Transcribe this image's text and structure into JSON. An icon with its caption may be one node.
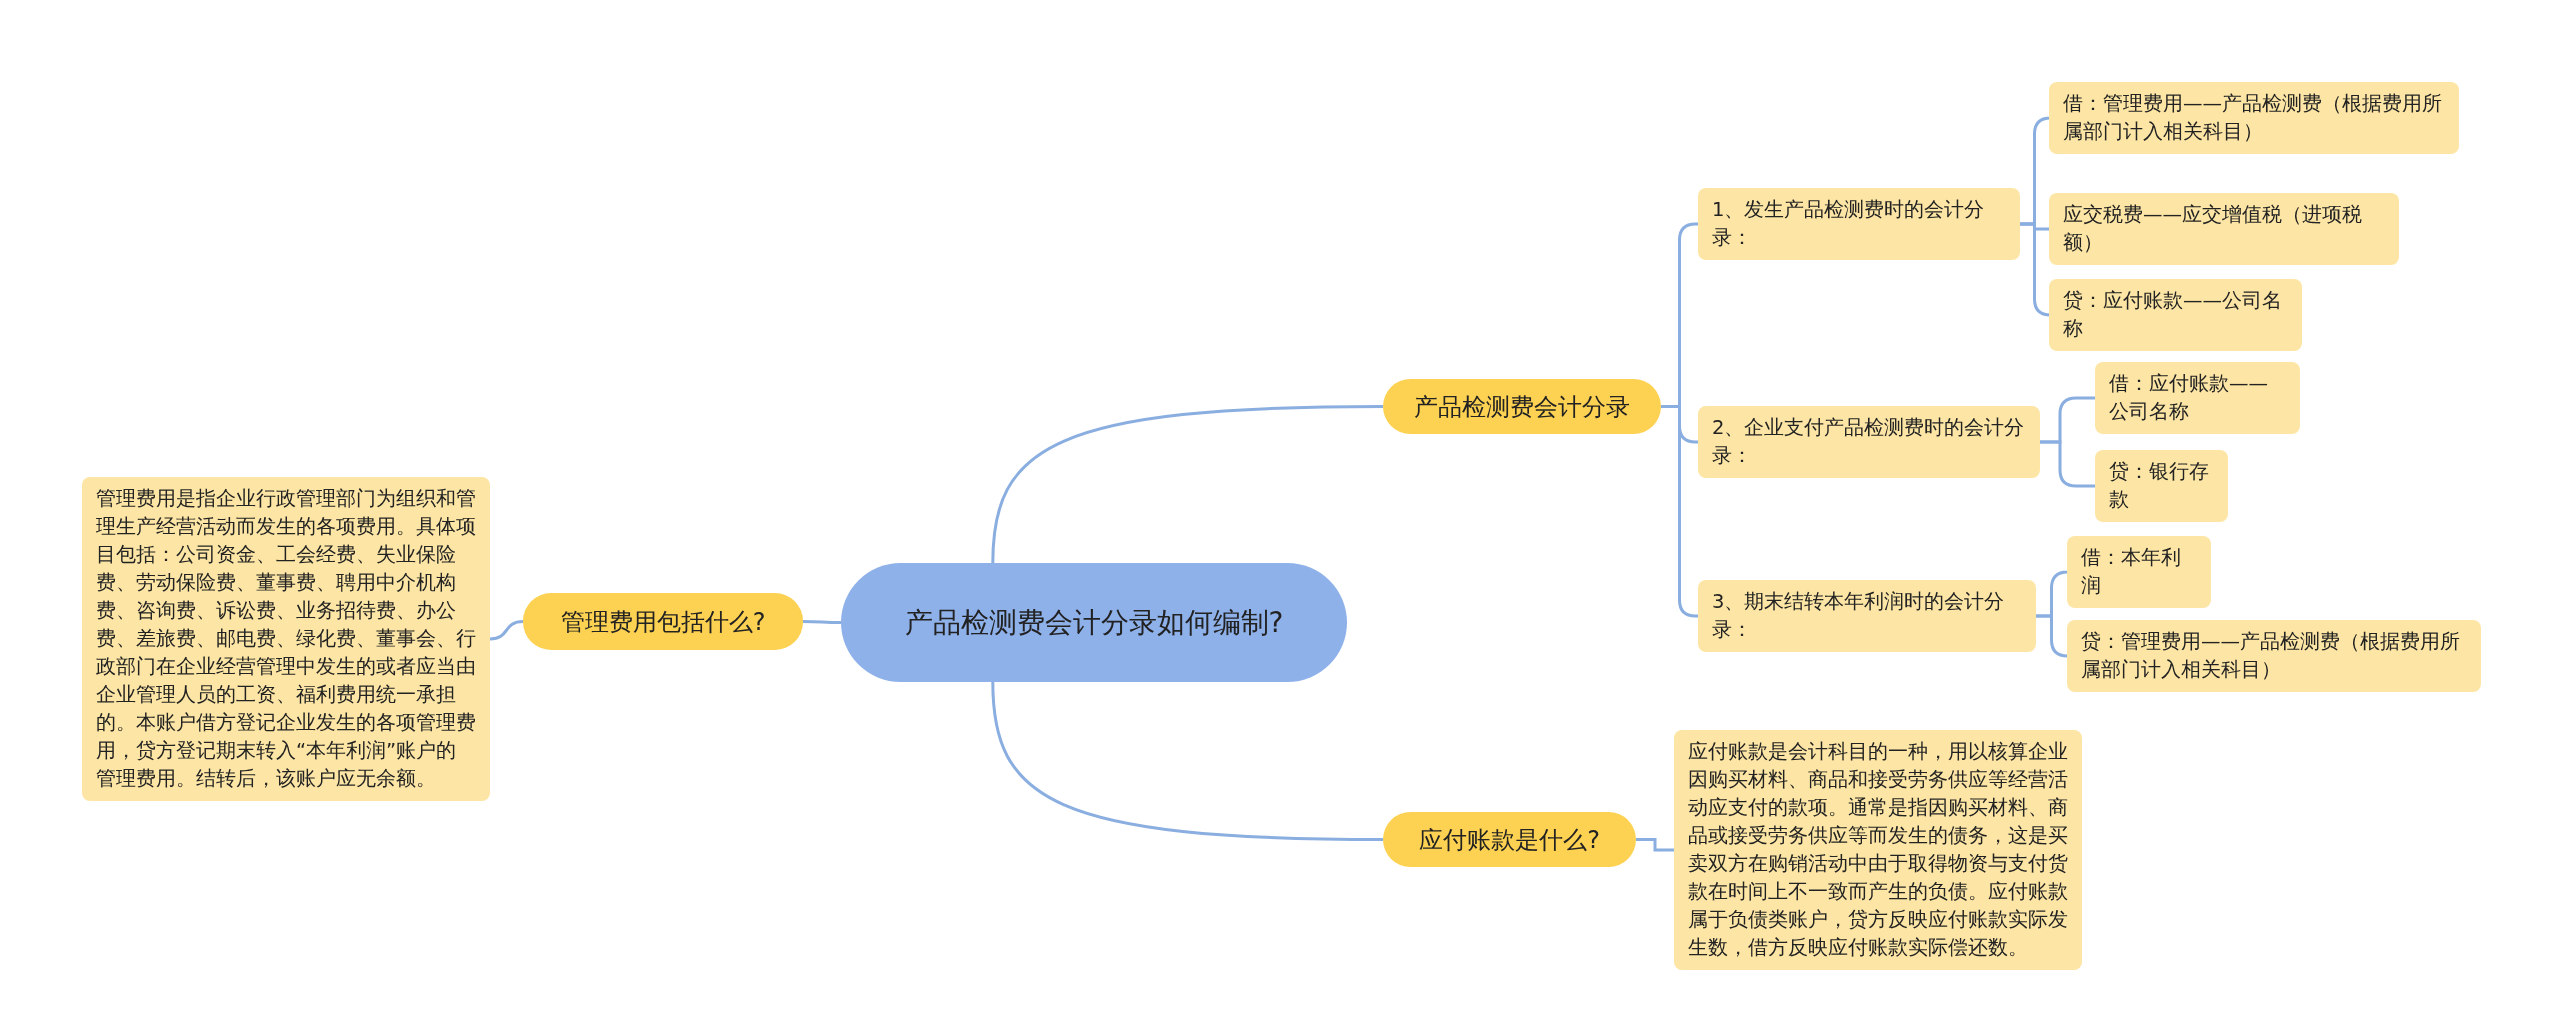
{
  "diagram": {
    "nodes": [
      {
        "text": [
          "产品检测费会计分录如何编制?"
        ]
      },
      {
        "text": [
          "产品检测费会计分录"
        ]
      },
      {
        "text": [
          "1、发生产品检测费时的会计分录："
        ]
      },
      {
        "text": [
          "借：管理费用——产品检测费（根据费用所属部门计入相关科目）"
        ]
      },
      {
        "text": [
          "应交税费——应交增值税（进项税额）"
        ]
      },
      {
        "text": [
          "贷：应付账款——公司名称"
        ]
      },
      {
        "text": [
          "2、企业支付产品检测费时的会计分录："
        ]
      },
      {
        "text": [
          "借：应付账款——公司名称"
        ]
      },
      {
        "text": [
          "贷：银行存款"
        ]
      },
      {
        "text": [
          "3、期末结转本年利润时的会计分录："
        ]
      },
      {
        "text": [
          "借：本年利润"
        ]
      },
      {
        "text": [
          "贷：管理费用——产品检测费（根据费用所属部门计入相关科目）"
        ]
      },
      {
        "text": [
          "应付账款是什么?"
        ]
      },
      {
        "text": [
          "应付账款是会计科目的一种，用以核算企业因购买材料、商品和接受劳务供应等经营活动应支付的款项。通常是指因购买材料、商品或接受劳务供应等而发生的债务，这是买卖双方在购销活动中由于取得物资与支付货款在时间上不一致而产生的负债。应付账款属于负债类账户，贷方反映应付账款实际发生数，借方反映应付账款实际偿还数。"
        ]
      },
      {
        "text": [
          "管理费用包括什么?"
        ]
      },
      {
        "text": [
          "管理费用是指企业行政管理部门为组织和管理生产经营活动而发生的各项费用。具体项目包括：公司资金、工会经费、失业保险费、劳动保险费、董事费、聘用中介机构费、咨询费、诉讼费、业务招待费、办公费、差旅费、邮电费、绿化费、董事会、行政部门在企业经营管理中发生的或者应当由企业管理人员的工资、福利费用统一承担的。本账户借方登记企业发生的各项管理费用，贷方登记期末转入“本年利润”账户的管理费用。结转后，该账户应无余额。"
        ]
      }
    ],
    "edges": [
      {
        "from": 0,
        "to": 1,
        "arrow": "none"
      },
      {
        "from": 1,
        "to": 2,
        "arrow": "none"
      },
      {
        "from": 2,
        "to": 3,
        "arrow": "none"
      },
      {
        "from": 2,
        "to": 4,
        "arrow": "none"
      },
      {
        "from": 2,
        "to": 5,
        "arrow": "none"
      },
      {
        "from": 1,
        "to": 6,
        "arrow": "none"
      },
      {
        "from": 6,
        "to": 7,
        "arrow": "none"
      },
      {
        "from": 6,
        "to": 8,
        "arrow": "none"
      },
      {
        "from": 1,
        "to": 9,
        "arrow": "none"
      },
      {
        "from": 9,
        "to": 10,
        "arrow": "none"
      },
      {
        "from": 9,
        "to": 11,
        "arrow": "none"
      },
      {
        "from": 0,
        "to": 12,
        "arrow": "none"
      },
      {
        "from": 12,
        "to": 13,
        "arrow": "none"
      },
      {
        "from": 0,
        "to": 14,
        "arrow": "none"
      },
      {
        "from": 14,
        "to": 15,
        "arrow": "none"
      }
    ]
  }
}
